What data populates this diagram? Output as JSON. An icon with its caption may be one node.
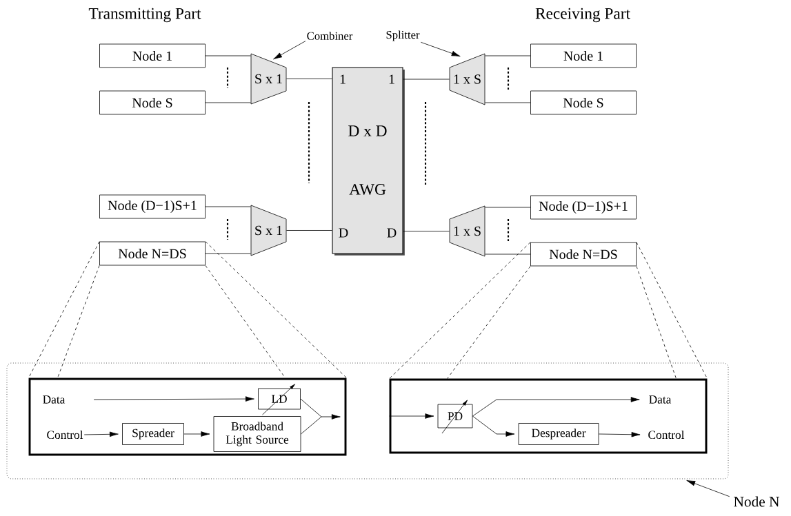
{
  "diagram": {
    "nodes": [
      {
        "text": [
          "Node 1"
        ]
      },
      {
        "text": [
          "Node S"
        ]
      },
      {
        "text": [
          "Node (D−1)S+1"
        ]
      },
      {
        "text": [
          "Node N=DS"
        ]
      },
      {
        "text": [
          "S x 1"
        ]
      },
      {
        "text": [
          "S x 1"
        ]
      },
      {
        "text": [
          "1",
          "1",
          "D x D",
          "AWG",
          "D",
          "D"
        ]
      },
      {
        "text": [
          "1 x S"
        ]
      },
      {
        "text": [
          "1 x S"
        ]
      },
      {
        "text": [
          "Node 1"
        ]
      },
      {
        "text": [
          "Node S"
        ]
      },
      {
        "text": [
          "Node (D−1)S+1"
        ]
      },
      {
        "text": [
          "Node N=DS"
        ]
      },
      {
        "text": [
          "Combiner"
        ]
      },
      {
        "text": [
          "Splitter"
        ]
      },
      {
        "text": [],
        "shape": "box"
      },
      {
        "text": [],
        "shape": "box",
        "in": 15
      },
      {
        "text": [
          "Data"
        ],
        "in": 16
      },
      {
        "text": [
          "Control"
        ],
        "in": 16
      },
      {
        "text": [
          "Spreader"
        ],
        "in": 16
      },
      {
        "text": [
          "LD"
        ],
        "in": 16
      },
      {
        "text": [
          "Broadband Light Source"
        ],
        "in": 16
      },
      {
        "text": [],
        "shape": "box",
        "in": 15
      },
      {
        "text": [
          "PD"
        ],
        "in": 22
      },
      {
        "text": [
          "Despreader"
        ],
        "in": 22
      },
      {
        "text": [
          "Data"
        ],
        "in": 22
      },
      {
        "text": [
          "Control"
        ],
        "in": 22
      },
      {
        "text": [
          "Node N"
        ]
      }
    ],
    "edges": [
      {
        "from": 0,
        "to": 4,
        "arrow": "none"
      },
      {
        "from": 1,
        "to": 4,
        "arrow": "none"
      },
      {
        "from": 4,
        "to": 6,
        "arrow": "none"
      },
      {
        "from": 2,
        "to": 5,
        "arrow": "none"
      },
      {
        "from": 3,
        "to": 5,
        "arrow": "none"
      },
      {
        "from": 5,
        "to": 6,
        "arrow": "none"
      },
      {
        "from": 6,
        "to": 7,
        "arrow": "none"
      },
      {
        "from": 7,
        "to": 9,
        "arrow": "none"
      },
      {
        "from": 7,
        "to": 10,
        "arrow": "none"
      },
      {
        "from": 6,
        "to": 8,
        "arrow": "none"
      },
      {
        "from": 8,
        "to": 11,
        "arrow": "none"
      },
      {
        "from": 8,
        "to": 12,
        "arrow": "none"
      },
      {
        "from": 13,
        "to": 4,
        "arrow": "to"
      },
      {
        "from": 14,
        "to": 7,
        "arrow": "to"
      },
      {
        "from": 3,
        "to": 16,
        "arrow": "none",
        "style": "dashed"
      },
      {
        "from": 3,
        "to": 16,
        "arrow": "none",
        "style": "dashed"
      },
      {
        "from": 3,
        "to": 16,
        "arrow": "none",
        "style": "dashed"
      },
      {
        "from": 3,
        "to": 16,
        "arrow": "none",
        "style": "dashed"
      },
      {
        "from": 12,
        "to": 22,
        "arrow": "none",
        "style": "dashed"
      },
      {
        "from": 12,
        "to": 22,
        "arrow": "none",
        "style": "dashed"
      },
      {
        "from": 12,
        "to": 22,
        "arrow": "none",
        "style": "dashed"
      },
      {
        "from": 12,
        "to": 22,
        "arrow": "none",
        "style": "dashed"
      },
      {
        "from": 17,
        "to": 20,
        "arrow": "to"
      },
      {
        "from": 18,
        "to": 19,
        "arrow": "to"
      },
      {
        "from": 19,
        "to": 21,
        "arrow": "to"
      },
      {
        "from": 20,
        "to": null,
        "arrow": "to"
      },
      {
        "from": 21,
        "to": null,
        "arrow": "to"
      },
      {
        "from": 22,
        "to": 23,
        "arrow": "to"
      },
      {
        "from": 23,
        "to": 25,
        "arrow": "to"
      },
      {
        "from": 23,
        "to": 24,
        "arrow": "to"
      },
      {
        "from": 24,
        "to": 26,
        "arrow": "to"
      },
      {
        "from": 27,
        "to": 15,
        "arrow": "to"
      }
    ],
    "labels": [
      "Transmitting Part",
      "Receiving Part"
    ]
  }
}
